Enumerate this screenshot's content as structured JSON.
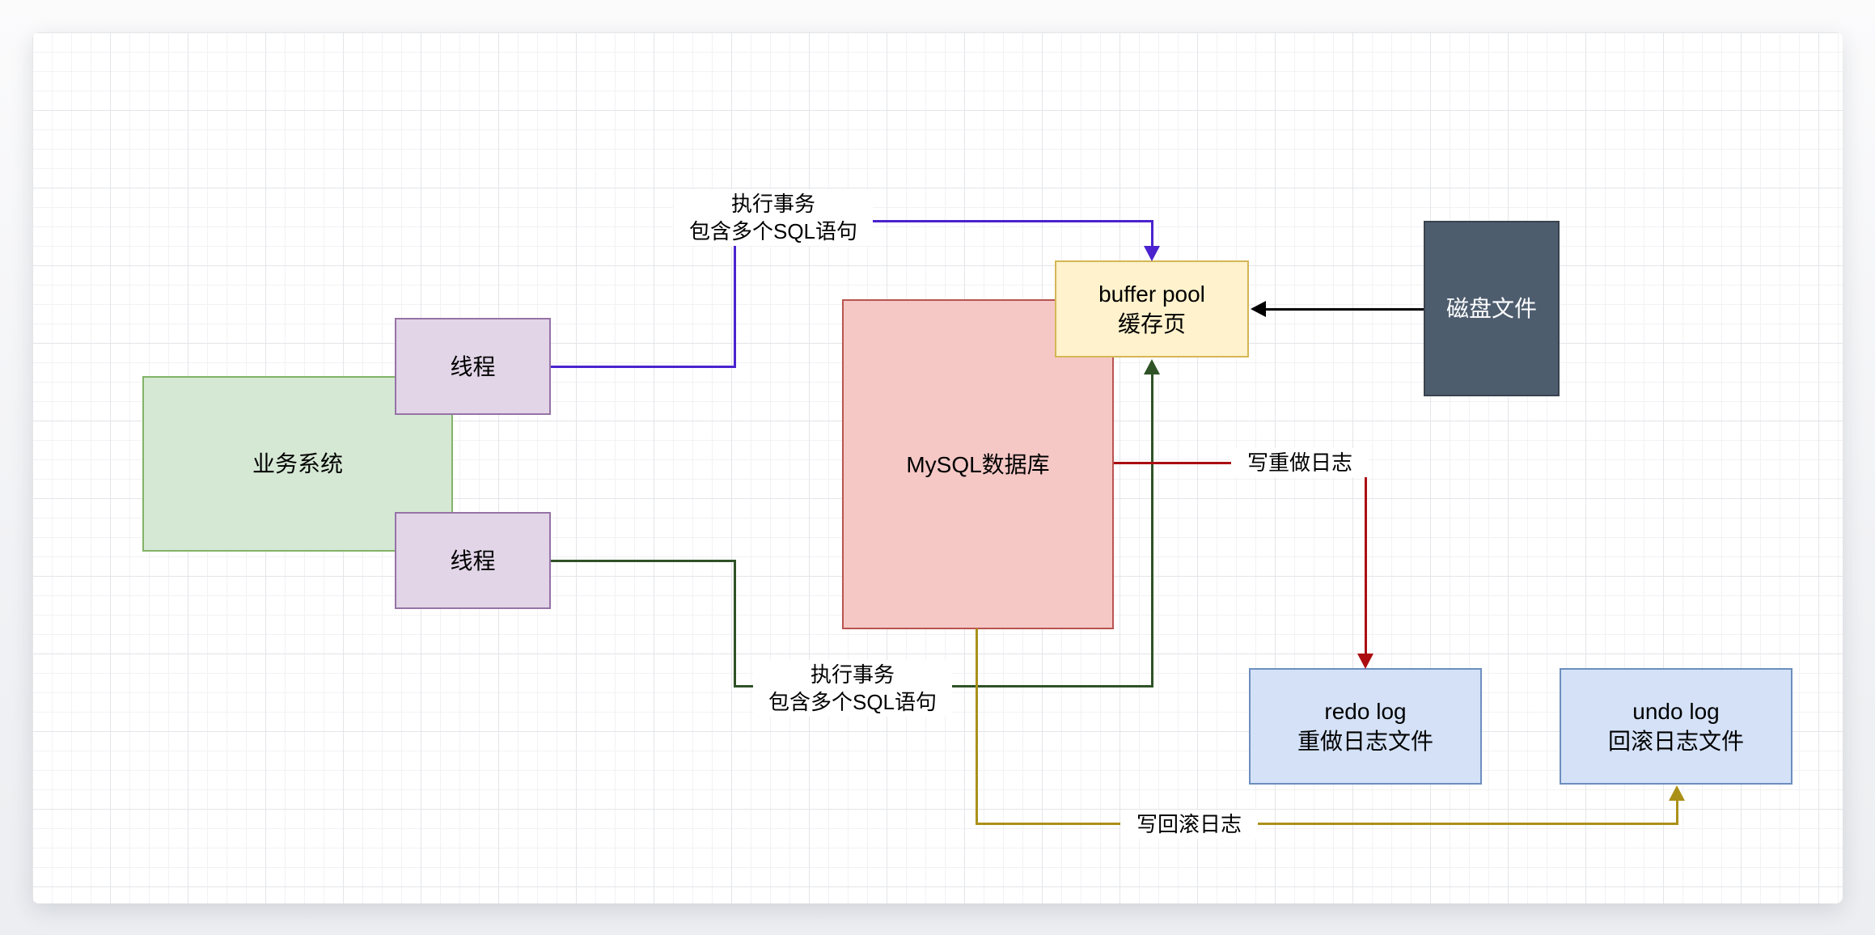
{
  "diagram": {
    "nodes": {
      "business": {
        "label": "业务系统"
      },
      "thread_top": {
        "label": "线程"
      },
      "thread_bottom": {
        "label": "线程"
      },
      "mysql": {
        "label": "MySQL数据库"
      },
      "buffer_pool": {
        "line1": "buffer pool",
        "line2": "缓存页"
      },
      "disk_file": {
        "label": "磁盘文件"
      },
      "redo_log": {
        "line1": "redo log",
        "line2": "重做日志文件"
      },
      "undo_log": {
        "line1": "undo log",
        "line2": "回滚日志文件"
      }
    },
    "edge_labels": {
      "transaction_top": {
        "line1": "执行事务",
        "line2": "包含多个SQL语句"
      },
      "transaction_bottom": {
        "line1": "执行事务",
        "line2": "包含多个SQL语句"
      },
      "write_redo": {
        "text": "写重做日志"
      },
      "write_undo": {
        "text": "写回滚日志"
      }
    }
  },
  "colors": {
    "edge_purple": "#4a23cf",
    "edge_green": "#2f5226",
    "edge_black": "#000000",
    "edge_red": "#ab0d11",
    "edge_olive": "#ab9018",
    "node_green_fill": "#d5e8d4",
    "node_green_border": "#82b366",
    "node_purple_fill": "#e1d5e7",
    "node_purple_border": "#9673a6",
    "node_red_fill": "#f5c8c6",
    "node_red_border": "#b85450",
    "node_yellow_fill": "#fff2cc",
    "node_yellow_border": "#d6b656",
    "node_dark_fill": "#4d5d6e",
    "node_dark_border": "#39434e",
    "node_blue_fill": "#d4e1f7",
    "node_blue_border": "#6c8ebf",
    "grid-major": "#e4e5e9",
    "grid-minor": "#f2f2f5"
  }
}
